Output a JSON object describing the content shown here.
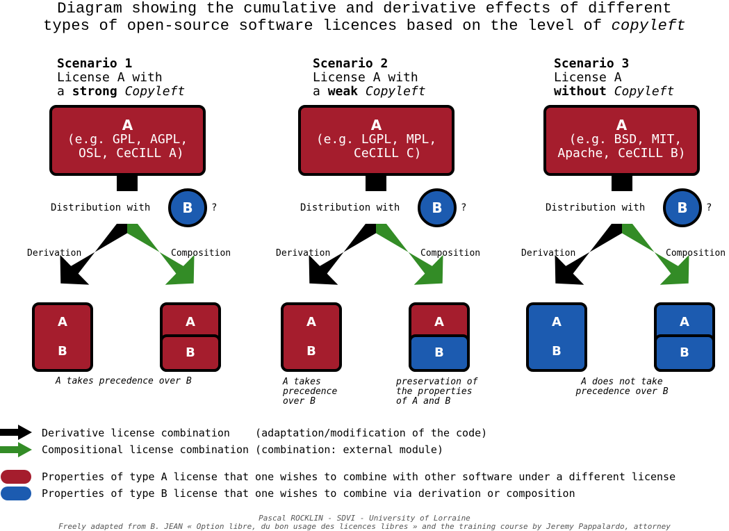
{
  "title": {
    "line1": "Diagram showing the cumulative and derivative effects of different",
    "line2_prefix": "types of open-source software licences based on the level of ",
    "line2_italic": "copyleft"
  },
  "colors": {
    "type_a": "#a51d2d",
    "type_b": "#1c5bb0",
    "derivation_arrow": "#000000",
    "composition_arrow": "#338c26"
  },
  "scenarios": [
    {
      "heading": "Scenario 1",
      "line2": "License A with",
      "line3_pre": "a ",
      "line3_bold": "strong",
      "line3_italic": "Copyleft",
      "box_letter": "A",
      "examples": "(e.g. GPL, AGPL,\n OSL, CeCILL A)",
      "distribution_label": "Distribution with",
      "distribution_badge": "B",
      "question": "?",
      "derivation_label": "Derivation",
      "composition_label": "Composition",
      "derivation_result": {
        "top": "A",
        "bottom": "B",
        "color": "red"
      },
      "composition_result": {
        "top": "A",
        "bottom": "B",
        "top_color": "red",
        "bottom_color": "red"
      },
      "caption": "A takes precedence over B"
    },
    {
      "heading": "Scenario 2",
      "line2": "License A with",
      "line3_pre": "a ",
      "line3_bold": "weak",
      "line3_italic": "Copyleft",
      "box_letter": "A",
      "examples": "(e.g. LGPL, MPL,\n   CeCILL C)",
      "distribution_label": "Distribution with",
      "distribution_badge": "B",
      "question": "?",
      "derivation_label": "Derivation",
      "composition_label": "Composition",
      "derivation_result": {
        "top": "A",
        "bottom": "B",
        "color": "red"
      },
      "composition_result": {
        "top": "A",
        "bottom": "B",
        "top_color": "red",
        "bottom_color": "blue"
      },
      "caption_left": "A takes\nprecedence\nover B",
      "caption_right": "preservation of\nthe properties\nof A and B"
    },
    {
      "heading": "Scenario 3",
      "line2": "License A",
      "line3_pre": "",
      "line3_bold": "without",
      "line3_italic": "Copyleft",
      "box_letter": "A",
      "examples": " (e.g. BSD, MIT,\nApache, CeCILL B)",
      "distribution_label": "Distribution with",
      "distribution_badge": "B",
      "question": "?",
      "derivation_label": "Derivation",
      "composition_label": "Composition",
      "derivation_result": {
        "top": "A",
        "bottom": "B",
        "color": "blue"
      },
      "composition_result": {
        "top": "A",
        "bottom": "B",
        "top_color": "blue",
        "bottom_color": "blue"
      },
      "caption": "A does not take\nprecedence over B"
    }
  ],
  "legend": {
    "derivative": "Derivative license combination    (adaptation/modification of the code)",
    "compositional": "Compositional license combination (combination: external module)",
    "type_a": "Properties of type A license that one wishes to combine with other software under a different license",
    "type_b": "Properties of type B license that one wishes to combine via derivation or composition"
  },
  "footer": {
    "line1": "Pascal ROCKLIN - SDVI - University of Lorraine",
    "line2": "Freely adapted from B. JEAN « Option libre, du bon usage des licences libres » and the training course by Jeremy Pappalardo, attorney"
  }
}
